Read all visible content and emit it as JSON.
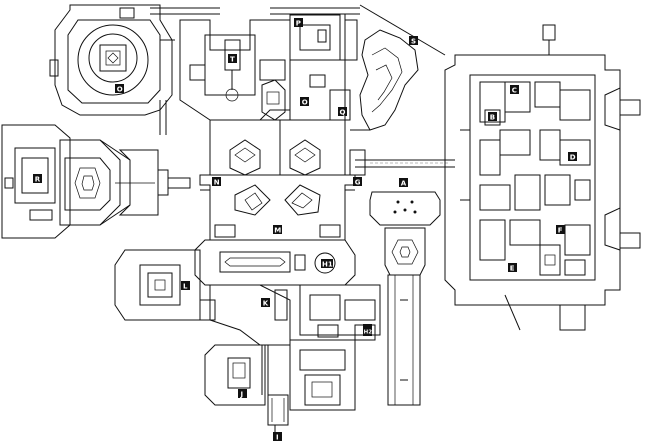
{
  "map": {
    "background": "#ffffff",
    "line_color": "#111111",
    "label_color": "#111111",
    "label_text_color": "#ffffff",
    "labels": [
      "A",
      "B",
      "C",
      "D",
      "E",
      "F",
      "G",
      "H1",
      "H2",
      "I",
      "J",
      "K",
      "L",
      "M",
      "N",
      "O",
      "O",
      "P",
      "Q",
      "R",
      "S",
      "T"
    ]
  }
}
